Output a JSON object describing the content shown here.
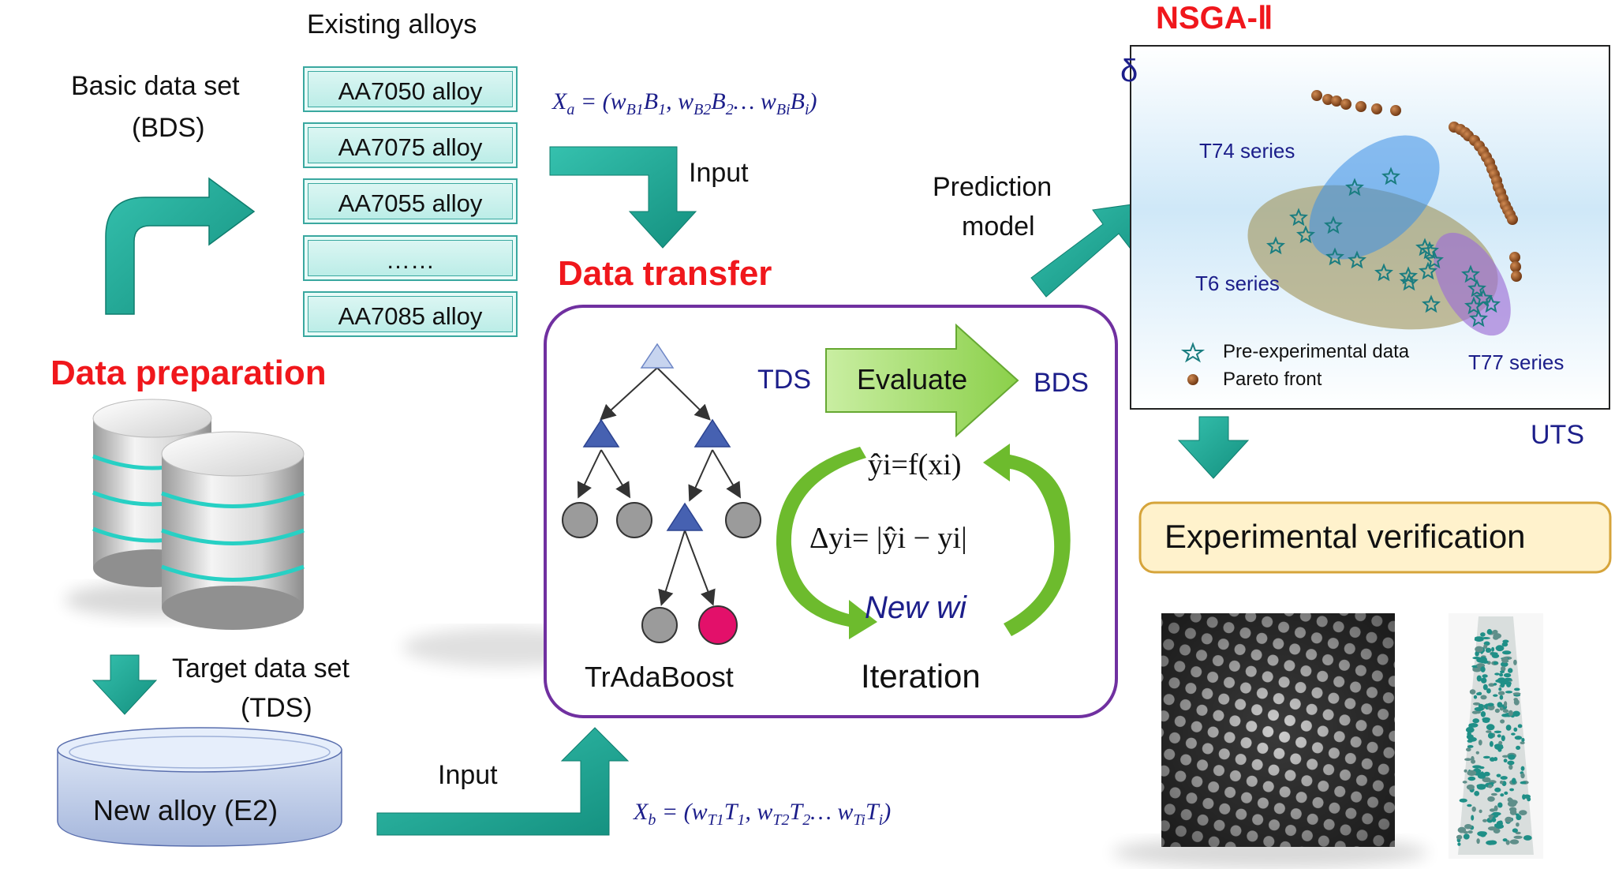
{
  "data_preparation": {
    "title": "Data preparation",
    "bds_label_line1": "Basic data set",
    "bds_label_line2": "(BDS)",
    "tds_label_line1": "Target data set",
    "tds_label_line2": "(TDS)",
    "new_alloy": "New alloy (E2)"
  },
  "existing_alloys": {
    "title": "Existing alloys",
    "items": [
      "AA7050 alloy",
      "AA7075 alloy",
      "AA7055 alloy",
      "……",
      "AA7085 alloy"
    ]
  },
  "formulas": {
    "xa": {
      "lead": "X",
      "lead_sub": "a",
      "body": " = (w",
      "s1": "B1",
      "t1": "B",
      "t1s": "1",
      "mid1": ", w",
      "s2": "B2",
      "t2": "B",
      "t2s": "2",
      "mid2": "… w",
      "s3": "Bi",
      "t3": "B",
      "t3s": "i",
      "end": ")"
    },
    "xb": {
      "lead": "X",
      "lead_sub": "b",
      "body": " = (w",
      "s1": "T1",
      "t1": "T",
      "t1s": "1",
      "mid1": ", w",
      "s2": "T2",
      "t2": "T",
      "t2s": "2",
      "mid2": "… w",
      "s3": "Ti",
      "t3": "T",
      "t3s": "i",
      "end": ")"
    }
  },
  "input_top": "Input",
  "input_bottom": "Input",
  "data_transfer": {
    "title": "Data transfer",
    "tds": "TDS",
    "bds": "BDS",
    "evaluate": "Evaluate",
    "algorithm": "TrAdaBoost",
    "iteration": "Iteration",
    "eq1": "ŷi=f(xi)",
    "eq2": "Δyi= |ŷi − yi|",
    "eq3": "New wi"
  },
  "prediction_model_line1": "Prediction",
  "prediction_model_line2": "model",
  "nsga": {
    "title": "NSGA-Ⅱ",
    "y_axis": "δ",
    "x_axis": "UTS",
    "series_labels": [
      "T74 series",
      "T6 series",
      "T77 series"
    ],
    "legend": [
      "Pre-experimental data",
      "Pareto front"
    ]
  },
  "verification": "Experimental verification",
  "colors": {
    "teal_arrow": "#1a9e8c",
    "green_arrow": "#72be2e",
    "box_purple": "#7030a0",
    "title_red": "#f0171c",
    "navy_text": "#1c1e8a",
    "verification_fill": "#fff2cc",
    "verification_border": "#d6a43a"
  },
  "icons": [
    "database-icon",
    "decision-tree-icon",
    "cycle-arrows-icon",
    "hrtem-image",
    "atom-probe-image"
  ]
}
